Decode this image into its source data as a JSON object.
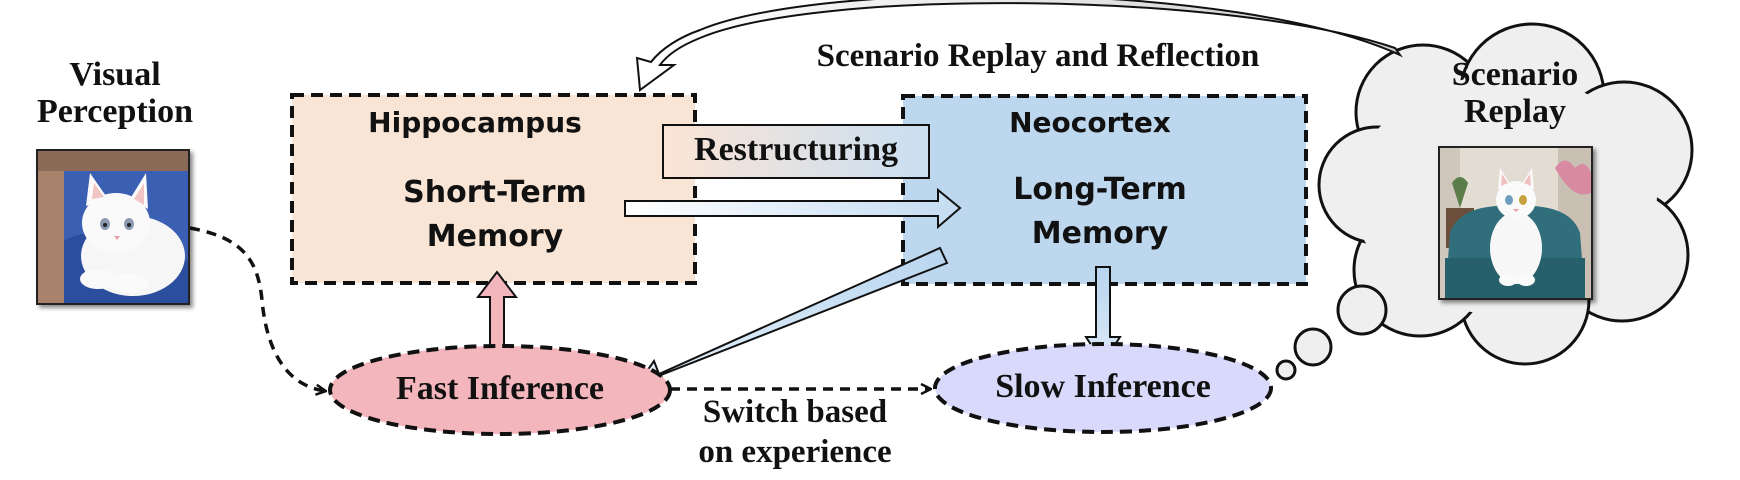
{
  "labels": {
    "visual_perception_line1": "Visual",
    "visual_perception_line2": "Perception",
    "hippocampus": "Hippocampus",
    "short_term_line1": "Short-Term",
    "short_term_line2": "Memory",
    "restructuring": "Restructuring",
    "neocortex": "Neocortex",
    "long_term_line1": "Long-Term",
    "long_term_line2": "Memory",
    "replay_reflection": "Scenario Replay and Reflection",
    "scenario_replay_line1": "Scenario",
    "scenario_replay_line2": "Replay",
    "fast_inference": "Fast Inference",
    "slow_inference": "Slow Inference",
    "switch_line1": "Switch based",
    "switch_line2": "on experience"
  },
  "colors": {
    "hippocampus_fill": "#f9e5d6",
    "neocortex_fill": "#bdd7ee",
    "fast_fill": "#f4b6bd",
    "slow_fill": "#d9d9fb",
    "cloud_fill": "#efefef"
  }
}
